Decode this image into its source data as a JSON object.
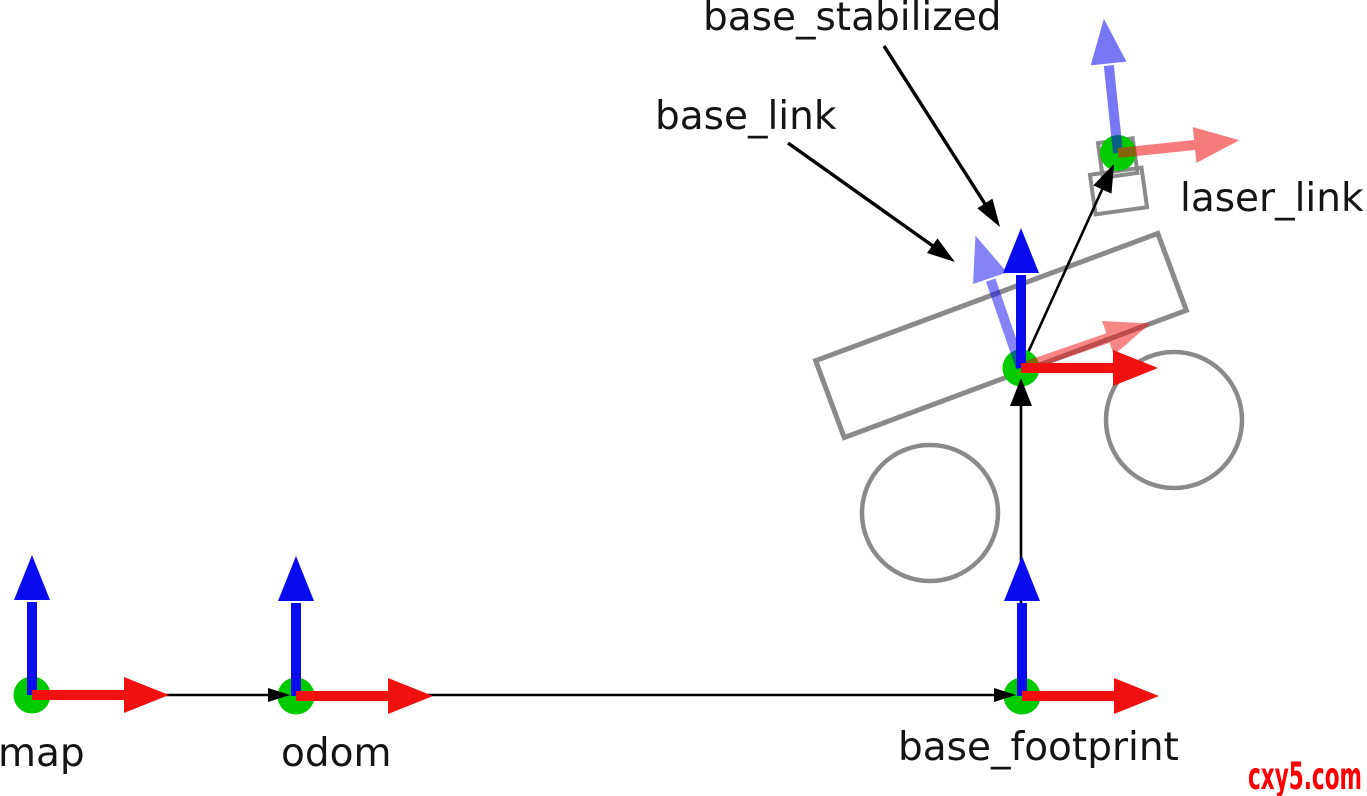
{
  "labels": {
    "map": "map",
    "odom": "odom",
    "base_footprint": "base_footprint",
    "base_link": "base_link",
    "base_stabilized": "base_stabilized",
    "laser_link": "laser_link"
  },
  "watermark": {
    "text": "cxy5.com",
    "color": "#fa0000"
  },
  "colors": {
    "x_axis_red": "#f01010",
    "z_axis_blue": "#0b0bf0",
    "origin_green": "#00cb00",
    "robot_outline_gray": "#8a8a8a",
    "connector_black": "#000000",
    "label_text": "#141414",
    "background": "#ffffff"
  }
}
